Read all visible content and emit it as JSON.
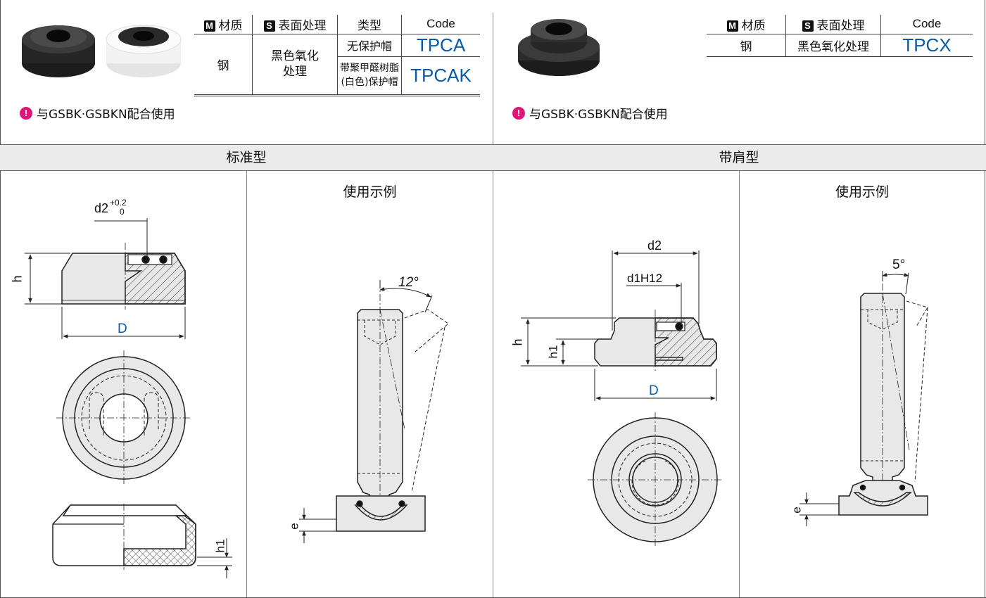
{
  "left_product": {
    "table": {
      "headers": {
        "material_badge": "M",
        "material": "材质",
        "surface_badge": "S",
        "surface": "表面处理",
        "type": "类型",
        "code": "Code"
      },
      "material": "钢",
      "surface": "黑色氧化\n处理",
      "rows": [
        {
          "type": "无保护帽",
          "code": "TPCA"
        },
        {
          "type": "带聚甲醛树脂\n(白色)保护帽",
          "code": "TPCAK"
        }
      ]
    },
    "note": "与GSBK·GSBKN配合使用"
  },
  "right_product": {
    "table": {
      "headers": {
        "material_badge": "M",
        "material": "材质",
        "surface_badge": "S",
        "surface": "表面处理",
        "code": "Code"
      },
      "material": "钢",
      "surface": "黑色氧化处理",
      "code": "TPCX"
    },
    "note": "与GSBK·GSBKN配合使用"
  },
  "sections": {
    "standard": "标准型",
    "shoulder": "带肩型",
    "usage_example": "使用示例"
  },
  "dims": {
    "d2": "d2",
    "tol_plus": "+0.2",
    "tol_zero": "0",
    "h": "h",
    "h1": "h1",
    "D": "D",
    "d1": "d1H12",
    "e": "e",
    "angle_12": "12°",
    "angle_5": "5°"
  },
  "colors": {
    "code_blue": "#0a5aa6",
    "note_pink": "#e0157a",
    "band_gray": "#ebebeb"
  }
}
